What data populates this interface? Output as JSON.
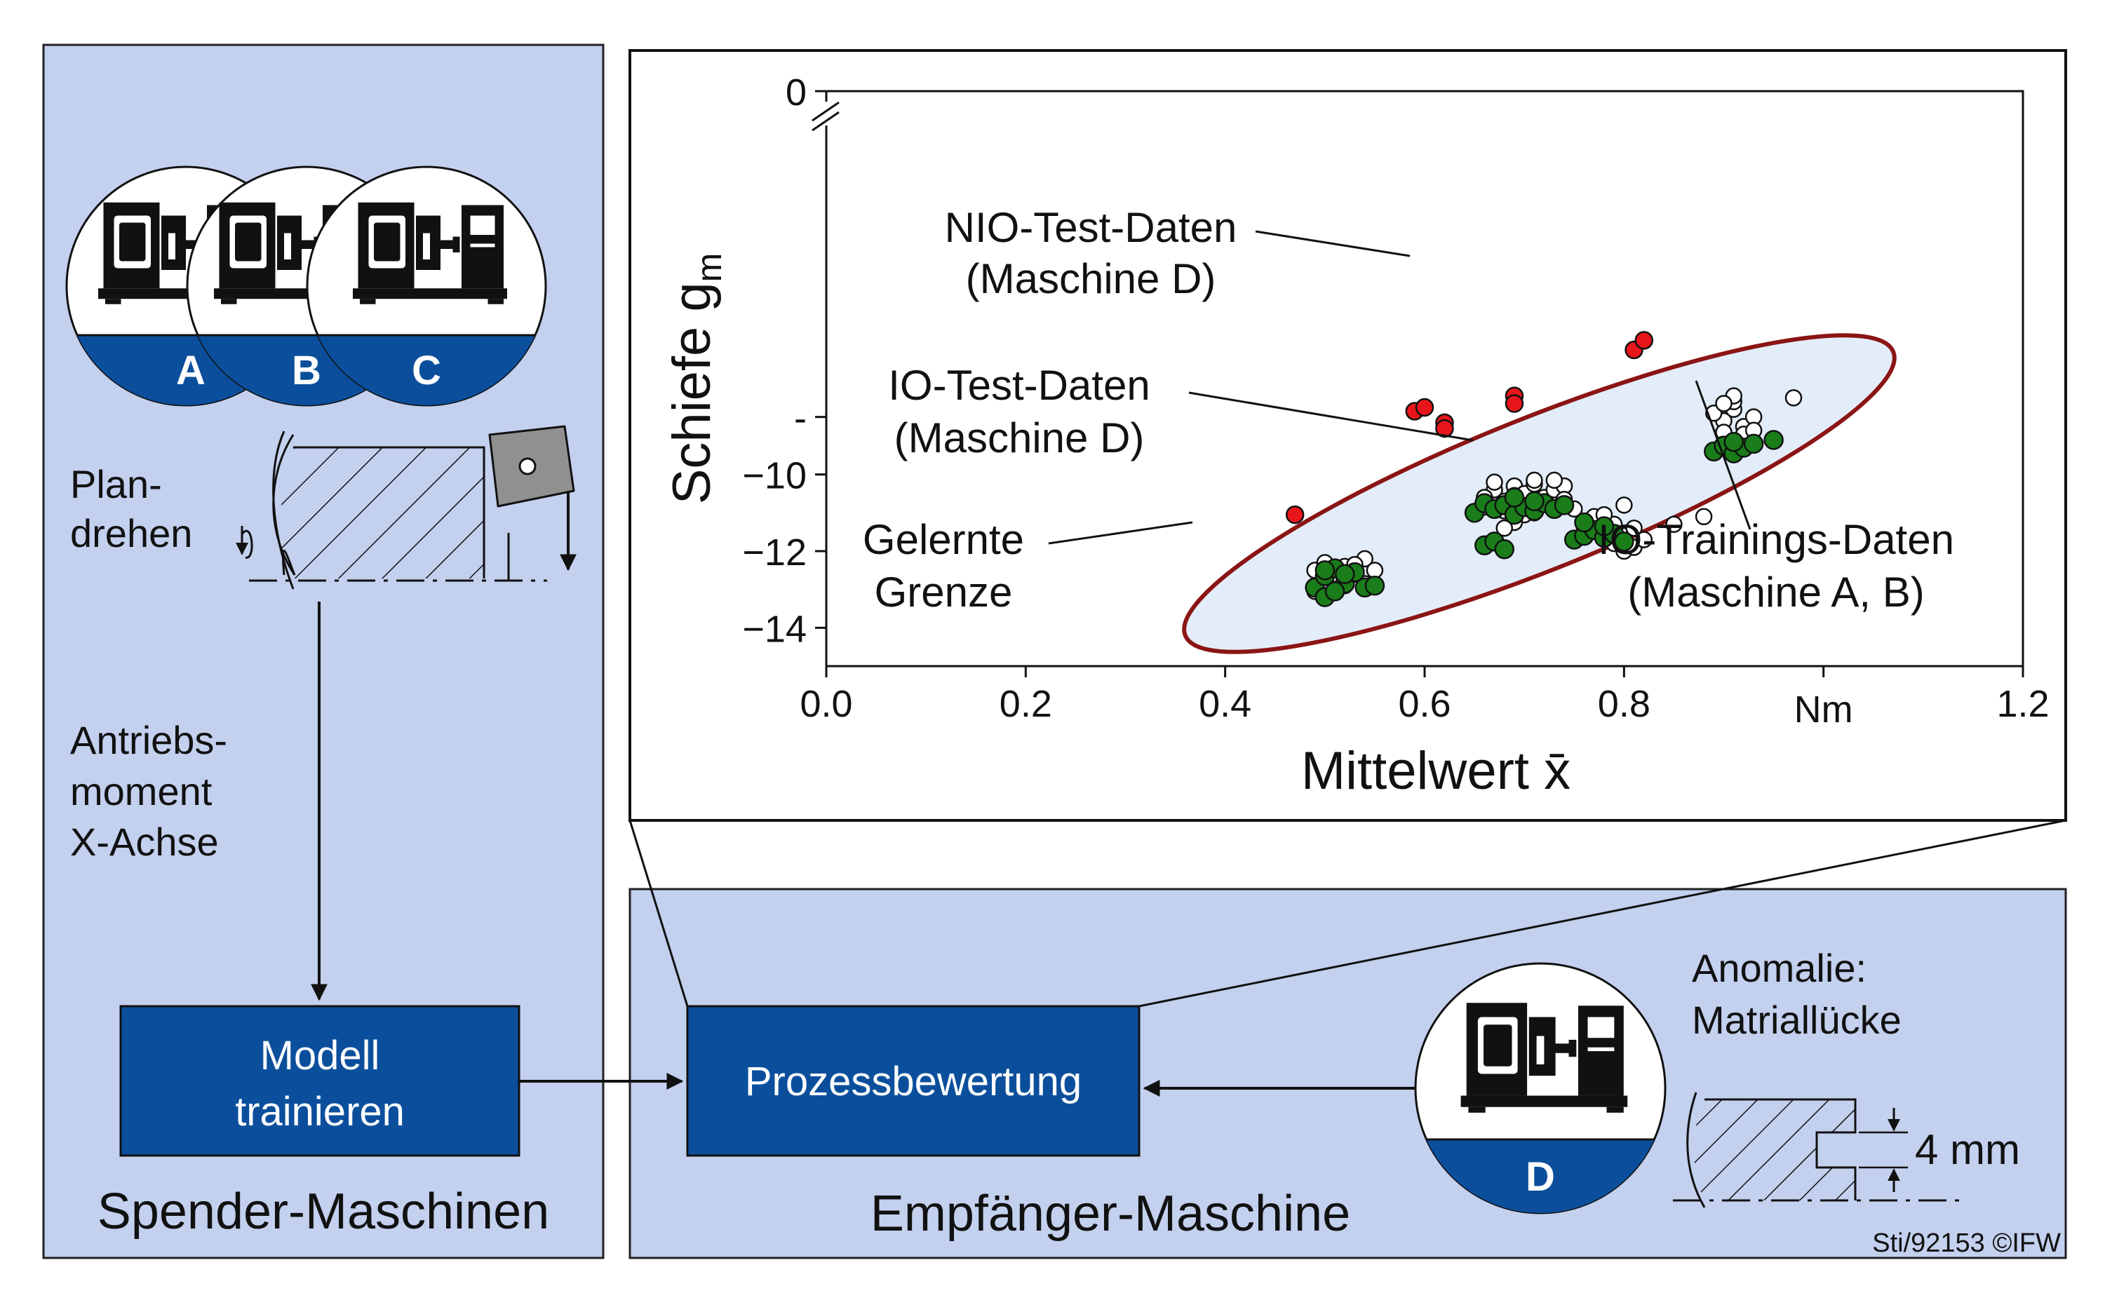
{
  "left_panel": {
    "machines": [
      "A",
      "B",
      "C"
    ],
    "process_label_line1": "Plan-",
    "process_label_line2": "drehen",
    "signal_line1": "Antriebs-",
    "signal_line2": "moment",
    "signal_line3": "X-Achse",
    "train_box_line1": "Modell",
    "train_box_line2": "trainieren",
    "caption": "Spender-Maschinen"
  },
  "right_panel": {
    "eval_box": "Prozessbewertung",
    "machine": "D",
    "anomaly_line1": "Anomalie:",
    "anomaly_line2": "Matriallücke",
    "gap_label": "4 mm",
    "caption": "Empfänger-Maschine",
    "credit": "Sti/92153 ©IFW"
  },
  "colors": {
    "panel_bg": "#c3d0ee",
    "box_blue": "#0b4f9c",
    "ellipse_fill": "#e3edf9",
    "ellipse_stroke": "#8b1515",
    "nio": "#e8161b",
    "io_test": "#1a7d1a",
    "io_train": "#ffffff"
  },
  "chart_data": {
    "type": "scatter",
    "xlabel": "Mittelwert x̄",
    "ylabel": "Schiefe g",
    "ylabel_sub": "m",
    "x_unit": "Nm",
    "xlim": [
      0.0,
      1.2
    ],
    "ylim": [
      -15,
      0
    ],
    "y_axis_break": true,
    "x_ticks": [
      "0.0",
      "0.2",
      "0.4",
      "0.6",
      "0.8",
      "Nm",
      "1.2"
    ],
    "y_ticks": [
      "0",
      "-",
      "−10",
      "−12",
      "−14"
    ],
    "annotations": {
      "nio_line1": "NIO-Test-Daten",
      "nio_line2": "(Maschine D)",
      "io_test_line1": "IO-Test-Daten",
      "io_test_line2": "(Maschine D)",
      "boundary_line1": "Gelernte",
      "boundary_line2": "Grenze",
      "io_train_line1": "IO-Trainings-Daten",
      "io_train_line2": "(Maschine A, B)"
    },
    "series": [
      {
        "name": "NIO-Test-Daten",
        "points": [
          [
            0.47,
            -11.05
          ],
          [
            0.59,
            -8.35
          ],
          [
            0.6,
            -8.25
          ],
          [
            0.62,
            -8.65
          ],
          [
            0.62,
            -8.8
          ],
          [
            0.69,
            -7.95
          ],
          [
            0.69,
            -8.15
          ],
          [
            0.81,
            -6.75
          ],
          [
            0.82,
            -6.5
          ]
        ]
      },
      {
        "name": "IO-Trainings-Daten",
        "points": [
          [
            0.49,
            -12.5
          ],
          [
            0.5,
            -12.3
          ],
          [
            0.51,
            -12.7
          ],
          [
            0.52,
            -12.4
          ],
          [
            0.53,
            -12.6
          ],
          [
            0.54,
            -12.2
          ],
          [
            0.52,
            -12.9
          ],
          [
            0.5,
            -12.95
          ],
          [
            0.49,
            -13.05
          ],
          [
            0.54,
            -12.85
          ],
          [
            0.51,
            -12.6
          ],
          [
            0.53,
            -12.35
          ],
          [
            0.55,
            -12.5
          ],
          [
            0.66,
            -10.85
          ],
          [
            0.67,
            -10.4
          ],
          [
            0.68,
            -10.7
          ],
          [
            0.69,
            -10.3
          ],
          [
            0.7,
            -10.5
          ],
          [
            0.71,
            -10.25
          ],
          [
            0.72,
            -10.6
          ],
          [
            0.73,
            -10.4
          ],
          [
            0.74,
            -10.3
          ],
          [
            0.7,
            -10.85
          ],
          [
            0.71,
            -10.15
          ],
          [
            0.68,
            -10.95
          ],
          [
            0.69,
            -10.55
          ],
          [
            0.72,
            -10.75
          ],
          [
            0.73,
            -10.9
          ],
          [
            0.7,
            -11.05
          ],
          [
            0.69,
            -11.25
          ],
          [
            0.68,
            -11.4
          ],
          [
            0.71,
            -11.0
          ],
          [
            0.66,
            -10.6
          ],
          [
            0.74,
            -10.65
          ],
          [
            0.75,
            -10.9
          ],
          [
            0.67,
            -10.2
          ],
          [
            0.73,
            -10.15
          ],
          [
            0.76,
            -11.35
          ],
          [
            0.77,
            -11.1
          ],
          [
            0.78,
            -11.55
          ],
          [
            0.79,
            -11.3
          ],
          [
            0.8,
            -11.6
          ],
          [
            0.81,
            -11.4
          ],
          [
            0.79,
            -11.8
          ],
          [
            0.8,
            -12.0
          ],
          [
            0.81,
            -11.9
          ],
          [
            0.78,
            -11.05
          ],
          [
            0.8,
            -10.8
          ],
          [
            0.82,
            -11.7
          ],
          [
            0.77,
            -11.45
          ],
          [
            0.9,
            -8.6
          ],
          [
            0.91,
            -8.3
          ],
          [
            0.92,
            -8.75
          ],
          [
            0.93,
            -8.5
          ],
          [
            0.9,
            -8.9
          ],
          [
            0.91,
            -8.1
          ],
          [
            0.92,
            -8.95
          ],
          [
            0.89,
            -8.4
          ],
          [
            0.91,
            -7.95
          ],
          [
            0.97,
            -8.0
          ],
          [
            0.93,
            -8.85
          ],
          [
            0.9,
            -8.15
          ],
          [
            0.88,
            -11.1
          ],
          [
            0.85,
            -11.3
          ]
        ]
      },
      {
        "name": "IO-Test-Daten",
        "points": [
          [
            0.49,
            -12.95
          ],
          [
            0.5,
            -12.65
          ],
          [
            0.51,
            -12.45
          ],
          [
            0.52,
            -12.85
          ],
          [
            0.53,
            -12.55
          ],
          [
            0.54,
            -12.95
          ],
          [
            0.5,
            -13.2
          ],
          [
            0.51,
            -13.05
          ],
          [
            0.52,
            -12.6
          ],
          [
            0.55,
            -12.9
          ],
          [
            0.5,
            -12.5
          ],
          [
            0.65,
            -11.0
          ],
          [
            0.66,
            -10.75
          ],
          [
            0.67,
            -10.9
          ],
          [
            0.68,
            -10.8
          ],
          [
            0.69,
            -11.05
          ],
          [
            0.7,
            -10.85
          ],
          [
            0.71,
            -10.95
          ],
          [
            0.72,
            -10.75
          ],
          [
            0.73,
            -10.9
          ],
          [
            0.74,
            -10.8
          ],
          [
            0.66,
            -11.85
          ],
          [
            0.67,
            -11.75
          ],
          [
            0.68,
            -11.95
          ],
          [
            0.69,
            -10.6
          ],
          [
            0.71,
            -10.7
          ],
          [
            0.75,
            -11.7
          ],
          [
            0.76,
            -11.6
          ],
          [
            0.77,
            -11.45
          ],
          [
            0.78,
            -11.65
          ],
          [
            0.79,
            -11.55
          ],
          [
            0.8,
            -11.75
          ],
          [
            0.78,
            -11.35
          ],
          [
            0.76,
            -11.25
          ],
          [
            0.89,
            -9.4
          ],
          [
            0.9,
            -9.25
          ],
          [
            0.91,
            -9.45
          ],
          [
            0.92,
            -9.3
          ],
          [
            0.93,
            -9.2
          ],
          [
            0.95,
            -9.1
          ],
          [
            0.91,
            -9.15
          ]
        ]
      }
    ],
    "boundary_ellipse": {
      "x_range": [
        0.36,
        1.07
      ],
      "y_range": [
        -14.2,
        -6.8
      ]
    }
  }
}
